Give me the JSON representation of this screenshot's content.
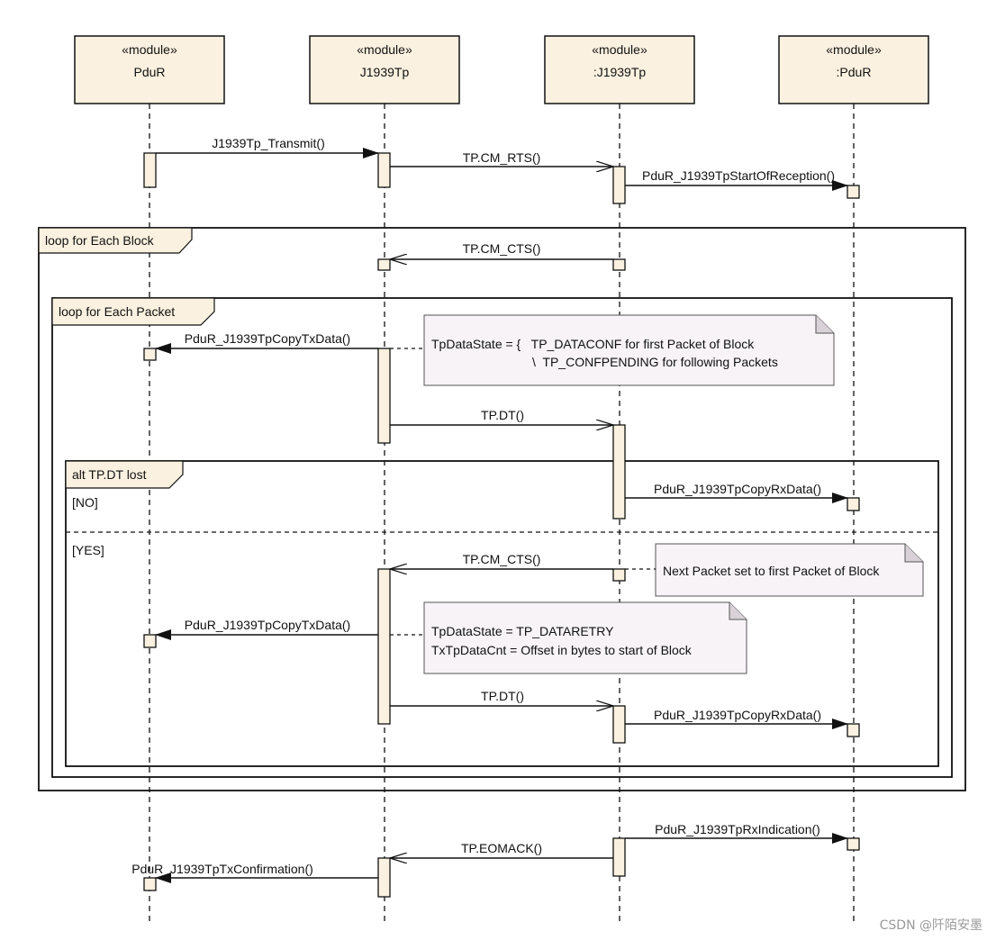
{
  "lifelines": [
    {
      "stereotype": "«module»",
      "name": "PduR"
    },
    {
      "stereotype": "«module»",
      "name": "J1939Tp"
    },
    {
      "stereotype": "«module»",
      "name": ":J1939Tp"
    },
    {
      "stereotype": "«module»",
      "name": ":PduR"
    }
  ],
  "messages": {
    "transmit": "J1939Tp_Transmit()",
    "cm_rts": "TP.CM_RTS()",
    "start_of_reception": "PduR_J1939TpStartOfReception()",
    "cm_cts_1": "TP.CM_CTS()",
    "copy_tx_1": "PduR_J1939TpCopyTxData()",
    "dt_1": "TP.DT()",
    "copy_rx_1": "PduR_J1939TpCopyRxData()",
    "cm_cts_2": "TP.CM_CTS()",
    "copy_tx_2": "PduR_J1939TpCopyTxData()",
    "dt_2": "TP.DT()",
    "copy_rx_2": "PduR_J1939TpCopyRxData()",
    "rx_indication": "PduR_J1939TpRxIndication()",
    "eomack": "TP.EOMACK()",
    "tx_confirmation": "PduR_J1939TpTxConfirmation()"
  },
  "frames": {
    "loop_block": "loop for Each Block",
    "loop_packet": "loop for Each Packet",
    "alt": "alt TP.DT lost",
    "guard_no": "[NO]",
    "guard_yes": "[YES]"
  },
  "notes": {
    "note1": {
      "line1": "TpDataState = {   TP_DATACONF for first Packet of Block",
      "line2": "\\  TP_CONFPENDING for following Packets"
    },
    "note2": {
      "line1": "Next Packet set to first Packet of Block"
    },
    "note3": {
      "line1": "TpDataState = TP_DATARETRY",
      "line2": "TxTpDataCnt = Offset in bytes to start of Block"
    }
  },
  "watermark": "CSDN @阡陌安墨",
  "colors": {
    "box_fill": "#fbf1e0",
    "note_fill": "#f7f3f7",
    "line": "#111111",
    "frame_tag_fill": "#fbf1e0"
  }
}
